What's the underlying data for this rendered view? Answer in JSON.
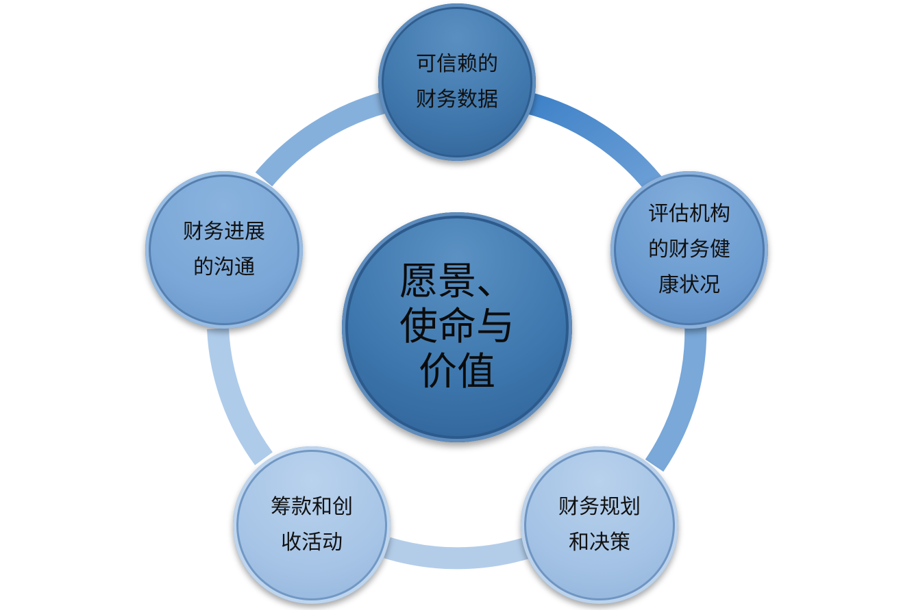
{
  "diagram": {
    "center": {
      "label": "愿景、\n使命与\n价值"
    },
    "nodes": [
      {
        "id": "top",
        "label": "可信赖的\n财务数据"
      },
      {
        "id": "right",
        "label": "评估机构\n的财务健\n康状况"
      },
      {
        "id": "bottom-right",
        "label": "财务规划\n和决策"
      },
      {
        "id": "bottom-left",
        "label": "筹款和创\n收活动"
      },
      {
        "id": "left",
        "label": "财务进展\n的沟通"
      }
    ],
    "colors": {
      "ring_top_right": "#4f8fd0",
      "ring_right": "#7aaadb",
      "ring_bottom": "#b5cfea",
      "ring_left": "#a8c6e7",
      "ring_top_left": "#7eaad8"
    }
  }
}
